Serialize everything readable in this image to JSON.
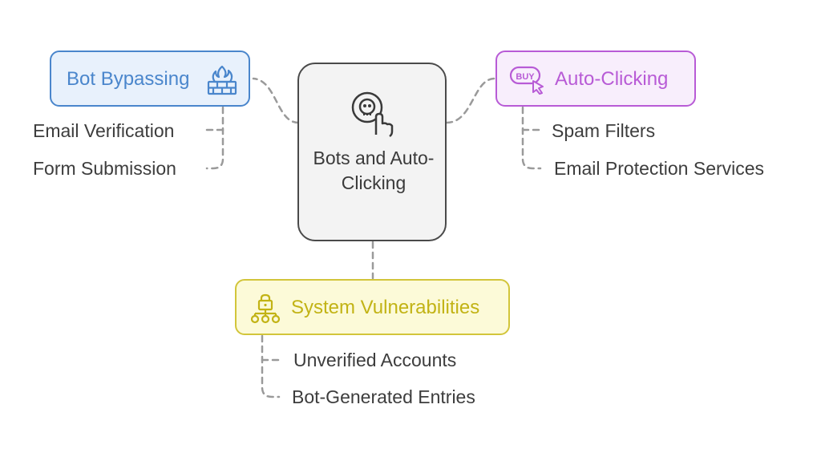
{
  "center": {
    "title": "Bots and Auto-Clicking",
    "icon": "skull-click-icon"
  },
  "categories": {
    "bot_bypassing": {
      "label": "Bot Bypassing",
      "icon": "firewall-fire-icon",
      "color": "#4a86cc",
      "items": [
        "Email Verification",
        "Form Submission"
      ]
    },
    "auto_clicking": {
      "label": "Auto-Clicking",
      "icon": "buy-cursor-icon",
      "color": "#b85bd6",
      "items": [
        "Spam Filters",
        "Email Protection Services"
      ]
    },
    "system_vulnerabilities": {
      "label": "System Vulnerabilities",
      "icon": "network-lock-icon",
      "color": "#c2b315",
      "items": [
        "Unverified Accounts",
        "Bot-Generated Entries"
      ]
    }
  }
}
